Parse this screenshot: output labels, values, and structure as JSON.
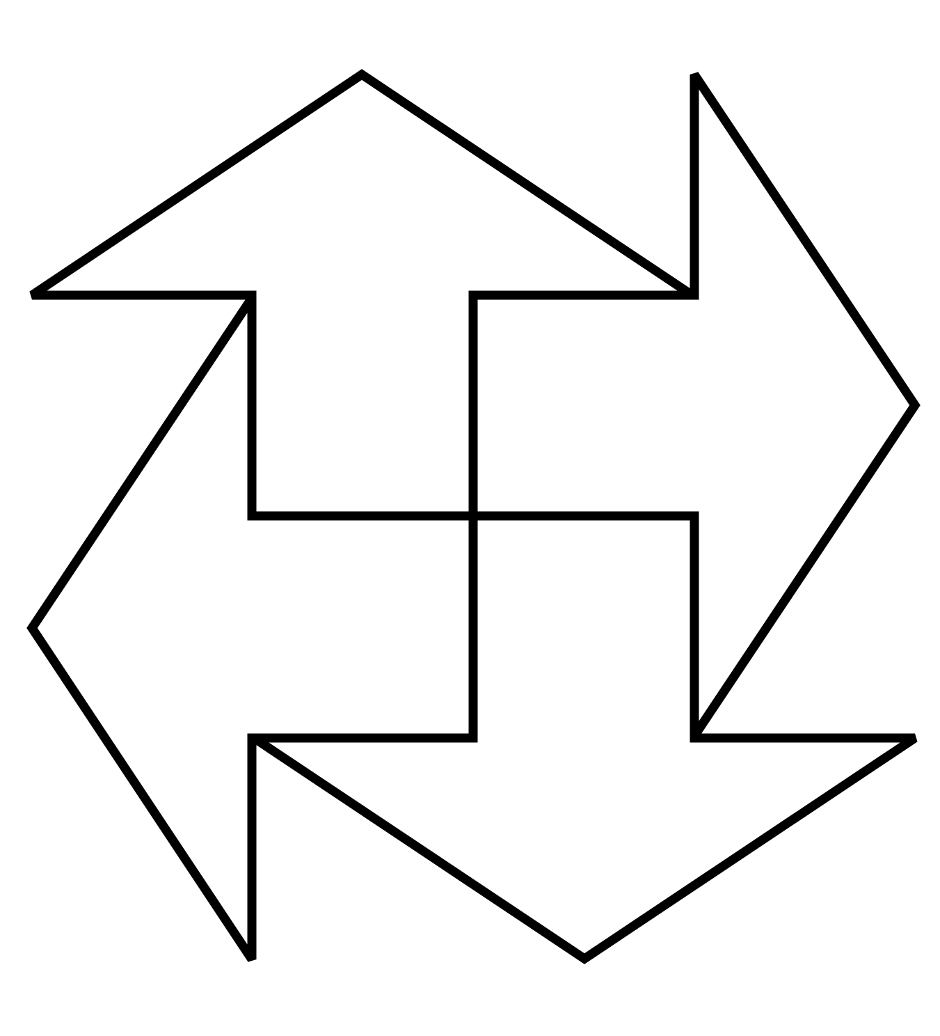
{
  "figure": {
    "kind": "line drawing",
    "shape": "pinwheel",
    "piece_count": 4,
    "pieces": [
      {
        "id": "top",
        "points_toward": "up"
      },
      {
        "id": "right",
        "points_toward": "right"
      },
      {
        "id": "bottom",
        "points_toward": "down"
      },
      {
        "id": "left",
        "points_toward": "left"
      }
    ]
  },
  "colors": {
    "stroke": "#000000",
    "background": "#ffffff"
  }
}
